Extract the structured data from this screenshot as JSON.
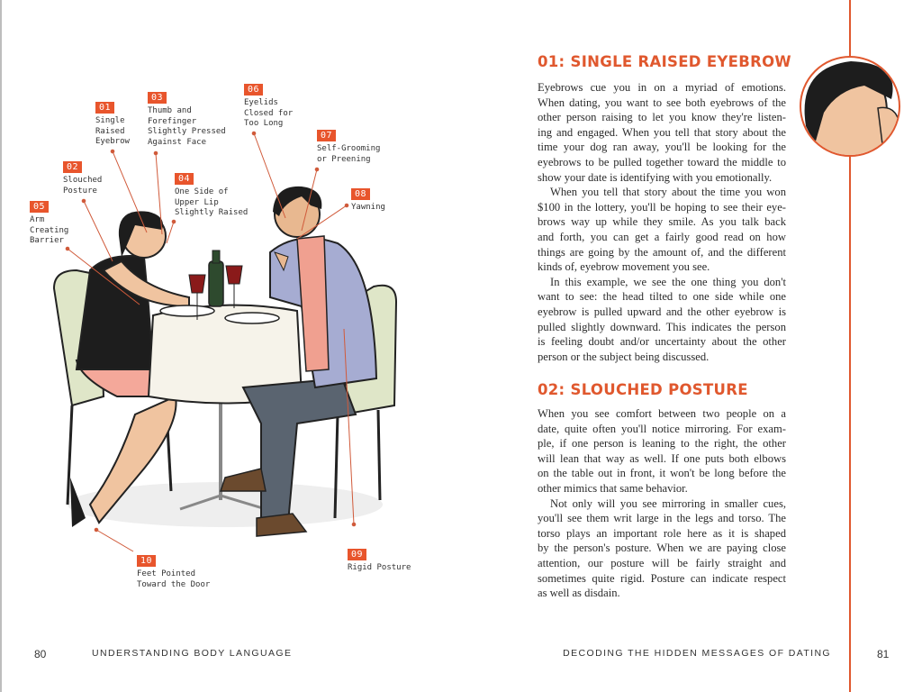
{
  "colors": {
    "accent": "#e0582e",
    "label_box": "#e8552c"
  },
  "labels": [
    {
      "num": "01",
      "text": "Single\nRaised\nEyebrow"
    },
    {
      "num": "02",
      "text": "Slouched\nPosture"
    },
    {
      "num": "03",
      "text": "Thumb and\nForefinger\nSlightly Pressed\nAgainst Face"
    },
    {
      "num": "04",
      "text": "One Side of\nUpper Lip\nSlightly Raised"
    },
    {
      "num": "05",
      "text": "Arm\nCreating\nBarrier"
    },
    {
      "num": "06",
      "text": "Eyelids\nClosed for\nToo Long"
    },
    {
      "num": "07",
      "text": "Self-Grooming\nor Preening"
    },
    {
      "num": "08",
      "text": "Yawning"
    },
    {
      "num": "09",
      "text": "Rigid Posture"
    },
    {
      "num": "10",
      "text": "Feet Pointed\nToward the Door"
    }
  ],
  "sections": [
    {
      "heading": "01: SINGLE RAISED EYEBROW",
      "paragraphs": [
        [
          "Eyebrows cue you in on a myriad of emotions.",
          "When dating, you want to see both eyebrows of the",
          "other person raising to let you know they're listen-",
          "ing and engaged. When you tell that story about the",
          "time your dog ran away, you'll be looking for the",
          "eyebrows to be pulled together toward the middle to",
          "show your date is identifying with you emotionally."
        ],
        [
          "When you tell that story about the time you won",
          "$100 in the lottery, you'll be hoping to see their eye-",
          "brows way up while they smile. As you talk back",
          "and forth, you can get a fairly good read on how",
          "things are going by the amount of, and the different",
          "kinds of, eyebrow movement you see."
        ],
        [
          "In this example, we see the one thing you don't",
          "want to see: the head tilted to one side while one",
          "eyebrow is pulled upward and the other eyebrow is",
          "pulled slightly downward. This indicates the person",
          "is feeling doubt and/or uncertainty about the other",
          "person or the subject being discussed."
        ]
      ]
    },
    {
      "heading": "02: SLOUCHED POSTURE",
      "paragraphs": [
        [
          "When you see comfort between two people on a",
          "date, quite often you'll notice mirroring. For exam-",
          "ple, if one person is leaning to the right, the other",
          "will lean that way as well. If one puts both elbows",
          "on the table out in front, it won't be long before the",
          "other mimics that same behavior."
        ],
        [
          "Not only will you see mirroring in smaller cues,",
          "you'll see them writ large in the legs and torso. The",
          "torso plays an important role here as it is shaped",
          "by the person's posture. When we are paying close",
          "attention, our posture will be fairly straight and",
          "sometimes quite rigid. Posture can indicate respect",
          "as well as disdain."
        ]
      ]
    }
  ],
  "footer": {
    "left_page": "80",
    "left_title": "UNDERSTANDING BODY LANGUAGE",
    "right_title": "DECODING THE HIDDEN MESSAGES OF DATING",
    "right_page": "81"
  }
}
